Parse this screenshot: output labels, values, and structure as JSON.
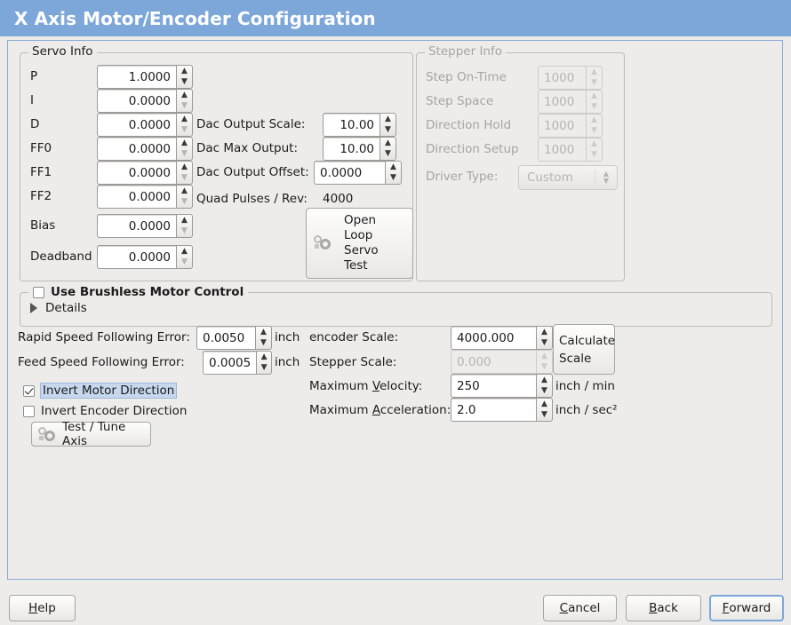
{
  "window": {
    "title": "X Axis Motor/Encoder Configuration",
    "accent_color": "#7da7d9",
    "background_color": "#edecea"
  },
  "servo_info": {
    "legend": "Servo Info",
    "rows": [
      {
        "label": "P",
        "value": "1.0000",
        "min_reached": false
      },
      {
        "label": "I",
        "value": "0.0000",
        "min_reached": true
      },
      {
        "label": "D",
        "value": "0.0000",
        "min_reached": true
      },
      {
        "label": "FF0",
        "value": "0.0000",
        "min_reached": true
      },
      {
        "label": "FF1",
        "value": "0.0000",
        "min_reached": true
      },
      {
        "label": "FF2",
        "value": "0.0000",
        "min_reached": true
      },
      {
        "label": "Bias",
        "value": "0.0000",
        "min_reached": false
      },
      {
        "label": "Deadband",
        "value": "0.0000",
        "min_reached": true
      }
    ],
    "dac_output_scale_label": "Dac Output Scale:",
    "dac_output_scale_value": "10.00",
    "dac_max_output_label": "Dac Max Output:",
    "dac_max_output_value": "10.00",
    "dac_output_offset_label": "Dac Output Offset:",
    "dac_output_offset_value": "0.0000",
    "quad_pulses_label": "Quad Pulses / Rev:",
    "quad_pulses_value": "4000",
    "open_loop_button": "Open\nLoop\nServo\nTest",
    "open_loop_lines": [
      "Open",
      "Loop",
      "Servo",
      "Test"
    ]
  },
  "stepper_info": {
    "legend": "Stepper Info",
    "enabled": false,
    "rows": [
      {
        "label": "Step On-Time",
        "value": "1000"
      },
      {
        "label": "Step Space",
        "value": "1000"
      },
      {
        "label": "Direction Hold",
        "value": "1000"
      },
      {
        "label": "Direction Setup",
        "value": "1000"
      }
    ],
    "driver_type_label": "Driver Type:",
    "driver_type_value": "Custom"
  },
  "brushless": {
    "checkbox_label": "Use Brushless Motor Control",
    "checked": false,
    "details_label": "Details",
    "details_expanded": false
  },
  "errors": {
    "rapid_label": "Rapid Speed Following Error:",
    "rapid_value": "0.0050",
    "rapid_unit": "inch",
    "feed_label": "Feed Speed Following Error:",
    "feed_value": "0.0005",
    "feed_unit": "inch"
  },
  "invert": {
    "motor_label": "Invert Motor Direction",
    "motor_checked": true,
    "motor_focused": true,
    "encoder_label": "Invert Encoder Direction",
    "encoder_checked": false
  },
  "test_tune_button": "Test / Tune Axis",
  "scales": {
    "encoder_label": "encoder Scale:",
    "encoder_value": "4000.000",
    "stepper_label": "Stepper Scale:",
    "stepper_value": "0.000",
    "stepper_enabled": false,
    "calculate_button_lines": [
      "Calculate",
      "Scale"
    ],
    "max_velocity_label_pre": "Maximum ",
    "max_velocity_label_mn": "V",
    "max_velocity_label_post": "elocity:",
    "max_velocity_value": "250",
    "max_velocity_unit": "inch / min",
    "max_accel_label_pre": "Maximum ",
    "max_accel_label_mn": "A",
    "max_accel_label_post": "cceleration:",
    "max_accel_value": "2.0",
    "max_accel_unit": "inch / sec²"
  },
  "footer": {
    "help_mn": "H",
    "help_rest": "elp",
    "cancel_pre": "",
    "cancel_mn": "C",
    "cancel_rest": "ancel",
    "back_pre": "",
    "back_mn": "B",
    "back_rest": "ack",
    "forward_mn": "F",
    "forward_rest": "orward",
    "forward_focused": true
  }
}
